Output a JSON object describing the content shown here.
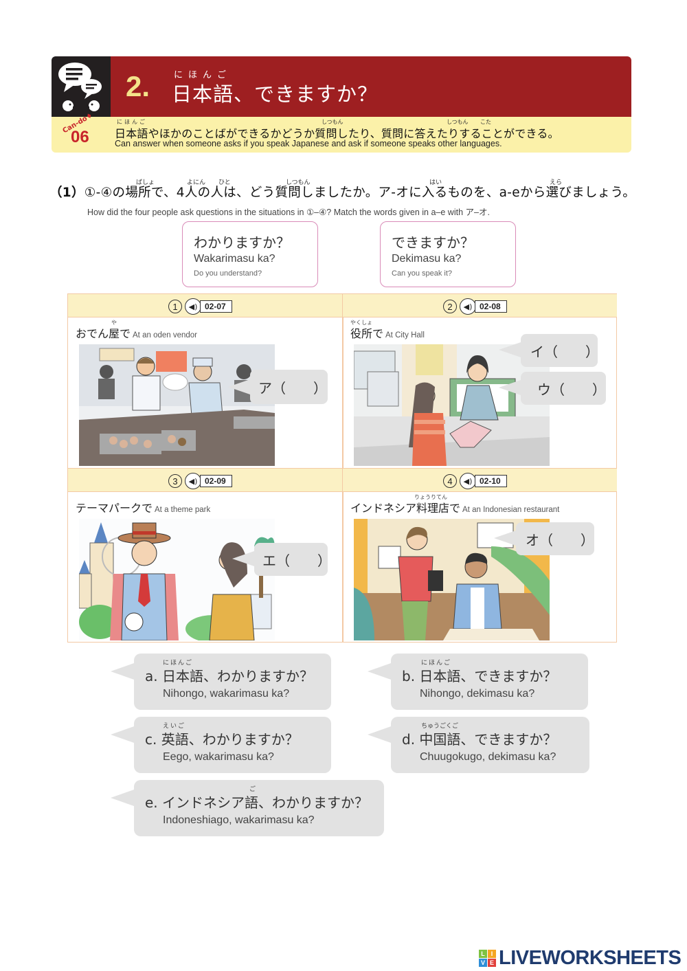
{
  "header": {
    "lesson_number": "2",
    "lesson_dot": ".",
    "title_ruby": "にほんご",
    "title": "日本語、できますか？",
    "cando_label": "Can-do",
    "cando_number": "06",
    "goal_ruby_1": "にほんご",
    "goal_ruby_2": "しつもん",
    "goal_ruby_3": "しつもん",
    "goal_ruby_4": "こた",
    "goal_jp": "日本語やほかのことばができるかどうか質問したり、質問に答えたりすることができる。",
    "goal_en": "Can answer when someone asks if you speak Japanese and ask if someone speaks other languages.",
    "colors": {
      "red": "#9e1f21",
      "dark": "#231f20",
      "yellow": "#fbf1a9",
      "number": "#f4e38a",
      "cando": "#c8242b"
    }
  },
  "question": {
    "number": "（1）",
    "ruby_basho": "ばしょ",
    "ruby_yonin": "よにん",
    "ruby_hito": "ひと",
    "ruby_shitsumon": "しつもん",
    "ruby_hai": "はい",
    "ruby_era": "えら",
    "text_jp": "①‐④の場所で、4人の人は、どう質問しましたか。ア‐オに入るものを、a‐eから選びましょう。",
    "text_en": "How did the four people ask questions in the situations in ①–④? Match the words given in a–e with ア–オ."
  },
  "key_phrases": [
    {
      "jp": "わかりますか？",
      "romaji": "Wakarimasu ka?",
      "en": "Do you understand?"
    },
    {
      "jp": "できますか？",
      "romaji": "Dekimasu ka?",
      "en": "Can you speak it?"
    }
  ],
  "situations": [
    {
      "number": "1",
      "track": "02-07",
      "place_jp": "おでん屋で",
      "place_ruby": "や",
      "place_en": "At an oden vendor",
      "blanks": [
        {
          "label": "ア（　　）"
        }
      ]
    },
    {
      "number": "2",
      "track": "02-08",
      "place_jp": "役所で",
      "place_ruby": "やくしょ",
      "place_en": "At City Hall",
      "blanks": [
        {
          "label": "イ（　　）"
        },
        {
          "label": "ウ（　　）"
        }
      ]
    },
    {
      "number": "3",
      "track": "02-09",
      "place_jp": "テーマパークで",
      "place_ruby": "",
      "place_en": "At a theme park",
      "blanks": [
        {
          "label": "エ（　　）"
        }
      ]
    },
    {
      "number": "4",
      "track": "02-10",
      "place_jp": "インドネシア料理店で",
      "place_ruby": "りょうりてん",
      "place_en": "At an Indonesian restaurant",
      "blanks": [
        {
          "label": "オ（　　）"
        }
      ]
    }
  ],
  "options": [
    {
      "letter": "a.",
      "ruby": "にほんご",
      "jp": "日本語、わかりますか？",
      "romaji": "Nihongo, wakarimasu ka?"
    },
    {
      "letter": "b.",
      "ruby": "にほんご",
      "jp": "日本語、できますか？",
      "romaji": "Nihongo, dekimasu ka?"
    },
    {
      "letter": "c.",
      "ruby": "えいご",
      "jp": "英語、わかりますか？",
      "romaji": "Eego, wakarimasu ka?"
    },
    {
      "letter": "d.",
      "ruby": "ちゅうごくご",
      "jp": "中国語、できますか？",
      "romaji": "Chuugokugo, dekimasu ka?"
    },
    {
      "letter": "e.",
      "ruby": "ご",
      "jp": "インドネシア語、わかりますか？",
      "romaji": "Indoneshiago, wakarimasu ka?"
    }
  ],
  "icons": {
    "speaker": "🔊",
    "speech_bubbles": "speech-bubbles-icon"
  },
  "footer": {
    "logo_letters": [
      "L",
      "I",
      "V",
      "E"
    ],
    "logo_text": "LIVEWORKSHEETS",
    "logo_colors": [
      "#7fc241",
      "#f5a623",
      "#2f8fd8",
      "#e2403b"
    ]
  }
}
